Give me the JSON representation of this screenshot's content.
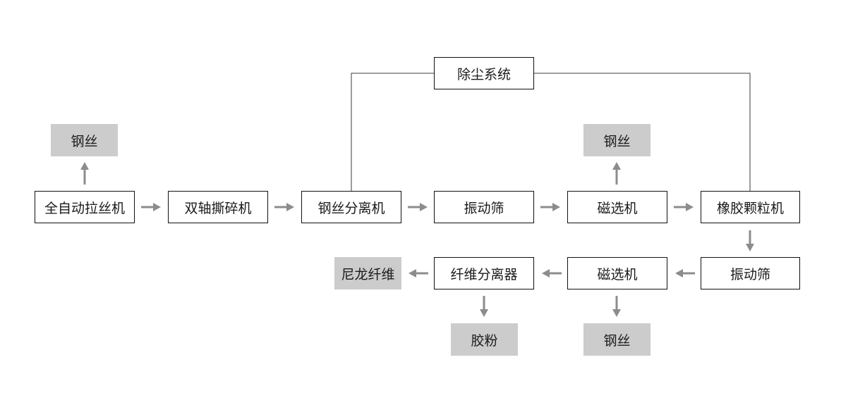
{
  "nodes": {
    "dust": "除尘系统",
    "puller": "全自动拉丝机",
    "shredder": "双轴撕碎机",
    "separator": "钢丝分离机",
    "screen1": "振动筛",
    "magnet1": "磁选机",
    "granulator": "橡胶颗粒机",
    "screen2": "振动筛",
    "magnet2": "磁选机",
    "fiber_separator": "纤维分离器",
    "wire_out1": "钢丝",
    "wire_out2": "钢丝",
    "wire_out3": "钢丝",
    "nylon_out": "尼龙纤维",
    "powder_out": "胶粉"
  },
  "colors": {
    "arrow": "#8c8c8c",
    "connector": "#666666",
    "box_border": "#111111",
    "output_fill": "#cccccc"
  }
}
